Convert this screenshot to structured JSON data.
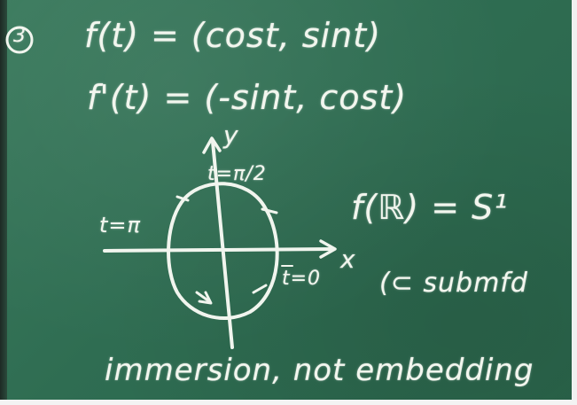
{
  "board": {
    "problem_number": "3",
    "line1": "f(t) = (cost, sint)",
    "line2": "f'(t) = (-sint, cost)",
    "axis_y": "y",
    "axis_x": "x",
    "label_top": "t=π/2",
    "label_left": "t=π",
    "label_right": "t=0",
    "image_line": "f(ℝ) = S¹",
    "submanifold_note": "(⊂ submfd",
    "conclusion": "immersion, not embedding"
  },
  "colors": {
    "chalkboard": "#2f6d52",
    "chalk": "#f2f6ee"
  }
}
